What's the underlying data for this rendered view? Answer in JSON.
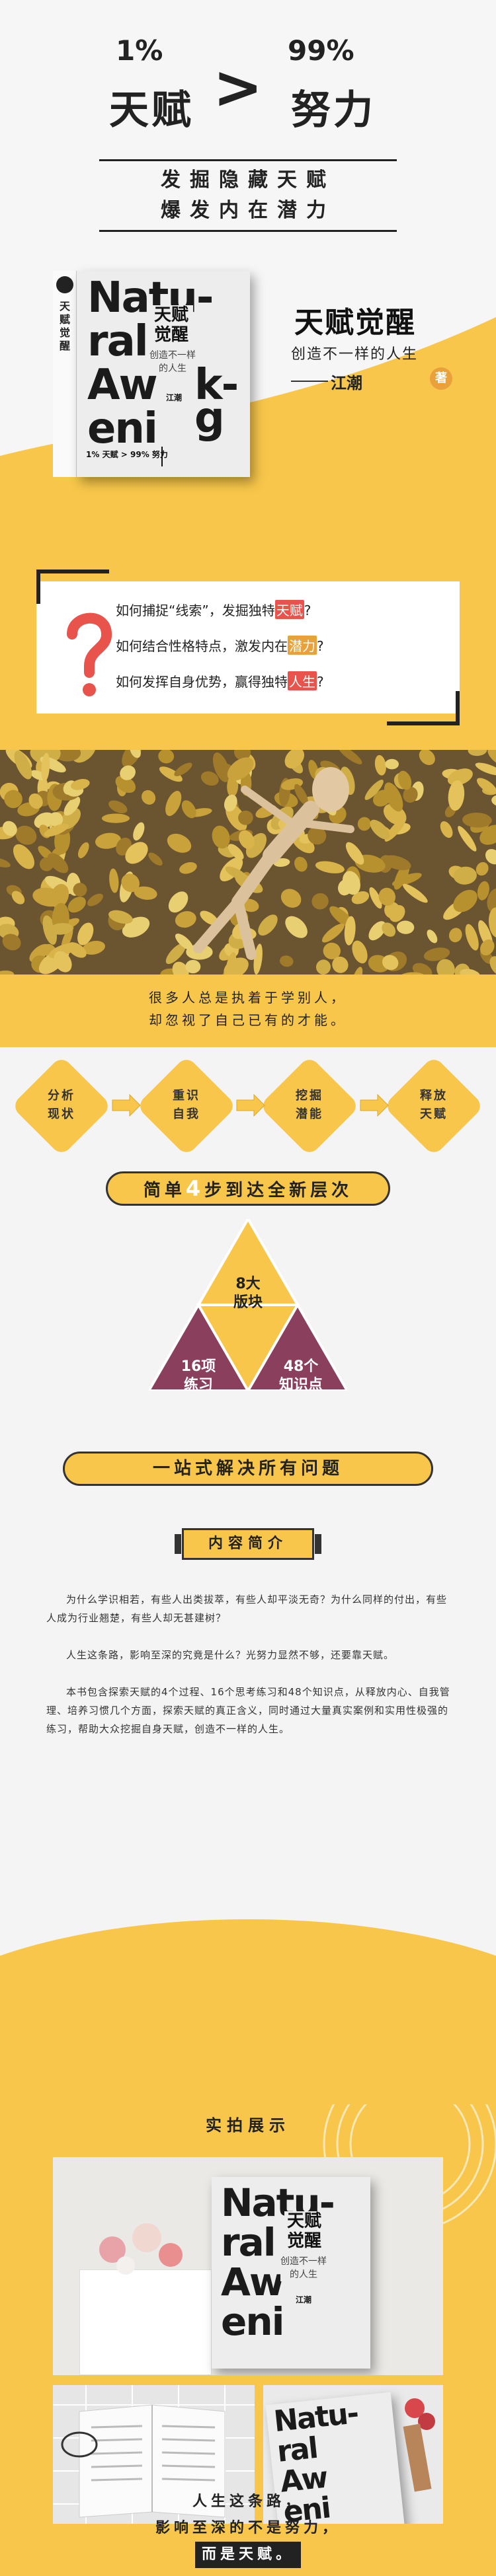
{
  "hero": {
    "left_pct": "1%",
    "left_word": "天赋",
    "right_pct": "99%",
    "right_word": "努力",
    "gt": ">",
    "line1": "发掘隐藏天赋",
    "line2": "爆发内在潜力"
  },
  "book": {
    "title": "天赋觉醒",
    "subtitle": "创造不一样的人生",
    "author": "江潮",
    "zhu": "著",
    "cover_big_1": "Natu-",
    "cover_big_2": "ral",
    "cover_big_3": "Aw",
    "cover_big_4": "k-",
    "cover_big_5": "eni",
    "cover_big_6": "g",
    "cover_title": "天赋觉醒",
    "cover_sub": "创造不一样的人生",
    "cover_author": "江潮",
    "slogan_a": "1%",
    "slogan_b": "99%",
    "slogan_c": "天赋",
    "slogan_d": "努力",
    "spine_text": "天赋觉醒"
  },
  "questions": [
    {
      "pre": "如何捕捉“线索”，发掘独特",
      "hl": "天赋",
      "post": "?"
    },
    {
      "pre": "如何结合性格特点，激发内在",
      "hl": "潜力",
      "post": "?"
    },
    {
      "pre": "如何发挥自身优势，赢得独特",
      "hl": "人生",
      "post": "?"
    }
  ],
  "caption": {
    "line1": "很多人总是执着于学别人，",
    "line2": "却忽视了自己已有的才能。"
  },
  "steps": [
    {
      "l1": "分析",
      "l2": "现状"
    },
    {
      "l1": "重识",
      "l2": "自我"
    },
    {
      "l1": "挖掘",
      "l2": "潜能"
    },
    {
      "l1": "释放",
      "l2": "天赋"
    }
  ],
  "banner1": {
    "pre": "简单",
    "num": "4",
    "post": "步到达全新层次"
  },
  "triangle": {
    "top_l1": "8大",
    "top_l2": "版块",
    "left_l1": "16项",
    "left_l2": "练习",
    "right_l1": "48个",
    "right_l2": "知识点"
  },
  "banner2": "一站式解决所有问题",
  "intro": {
    "title": "内容简介",
    "p1": "为什么学识相若，有些人出类拔萃，有些人却平淡无奇？为什么同样的付出，有些人成为行业翘楚，有些人却无甚建树？",
    "p2": "人生这条路，影响至深的究竟是什么？光努力显然不够，还要靠天赋。",
    "p3": "本书包含探索天赋的4个过程、16个思考练习和48个知识点，从释放内心、自我管理、培养习惯几个方面，探索天赋的真正含义，同时通过大量真实案例和实用性极强的练习，帮助大众挖掘自身天赋，创造不一样的人生。"
  },
  "photos": {
    "title": "实拍展示",
    "final1": "人生这条路，",
    "final2": "影响至深的不是努力，",
    "final3": "而是天赋。"
  },
  "colors": {
    "yellow": "#f7c64a",
    "accent": "#f2b318",
    "plum": "#8a3f5c",
    "red": "#e8534c"
  }
}
